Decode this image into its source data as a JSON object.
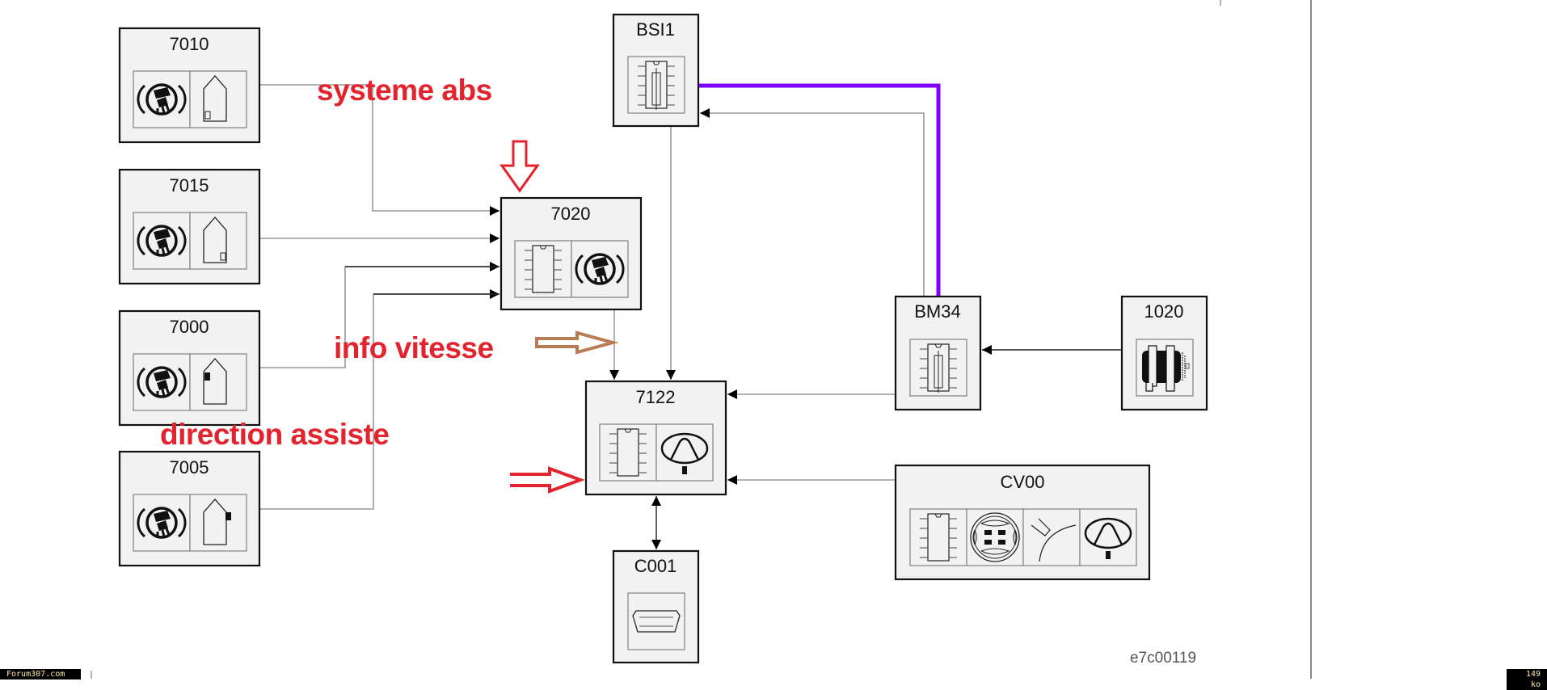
{
  "nodes": {
    "n7010": "7010",
    "n7015": "7015",
    "n7000": "7000",
    "n7005": "7005",
    "n7020": "7020",
    "bsi1": "BSI1",
    "n7122": "7122",
    "c001": "C001",
    "bm34": "BM34",
    "n1020": "1020",
    "cv00": "CV00"
  },
  "annotations": {
    "abs": "systeme abs",
    "speed": "info vitesse",
    "steering": "direction assiste"
  },
  "colors": {
    "annotation": "#e3232e",
    "speed_arrow": "#b87c55",
    "highlight_wire": "#7f00ff"
  },
  "icons": [
    "esp-icon",
    "wheel-sensor-icon",
    "ecu-chip-icon",
    "fuse-box-icon",
    "dashboard-icon",
    "alternator-icon",
    "diagnostic-connector-icon",
    "switch-pad-icon",
    "stalk-icon"
  ],
  "drawing_ref": "e7c00119",
  "footer": {
    "site": "Forum307.com",
    "size": "149 ko"
  }
}
